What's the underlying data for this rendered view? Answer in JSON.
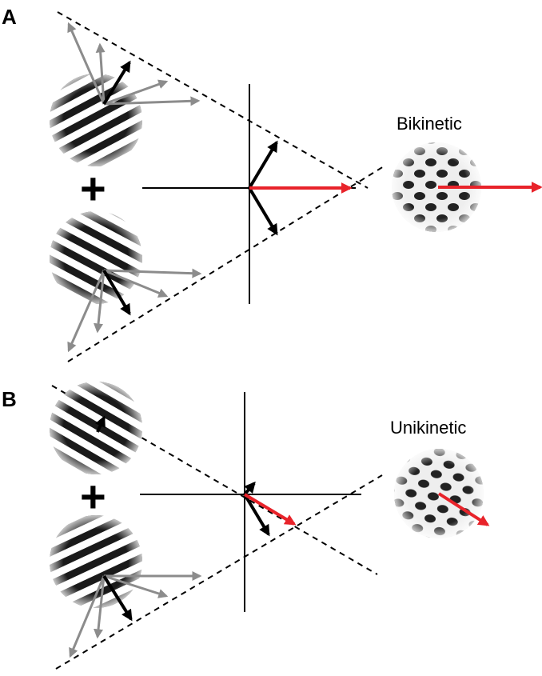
{
  "panels": [
    {
      "letter": "A",
      "plus": "+",
      "label": "Bikinetic"
    },
    {
      "letter": "B",
      "plus": "+",
      "label": "Unikinetic"
    }
  ],
  "colors": {
    "component_arrow": "#000000",
    "ambiguity_arrows": "#8c8c8c",
    "resultant_arrow": "#e8232a",
    "constraint_lines": "#000000",
    "axes": "#000000"
  },
  "icons": [
    "grating-patch",
    "plaid-patch"
  ]
}
